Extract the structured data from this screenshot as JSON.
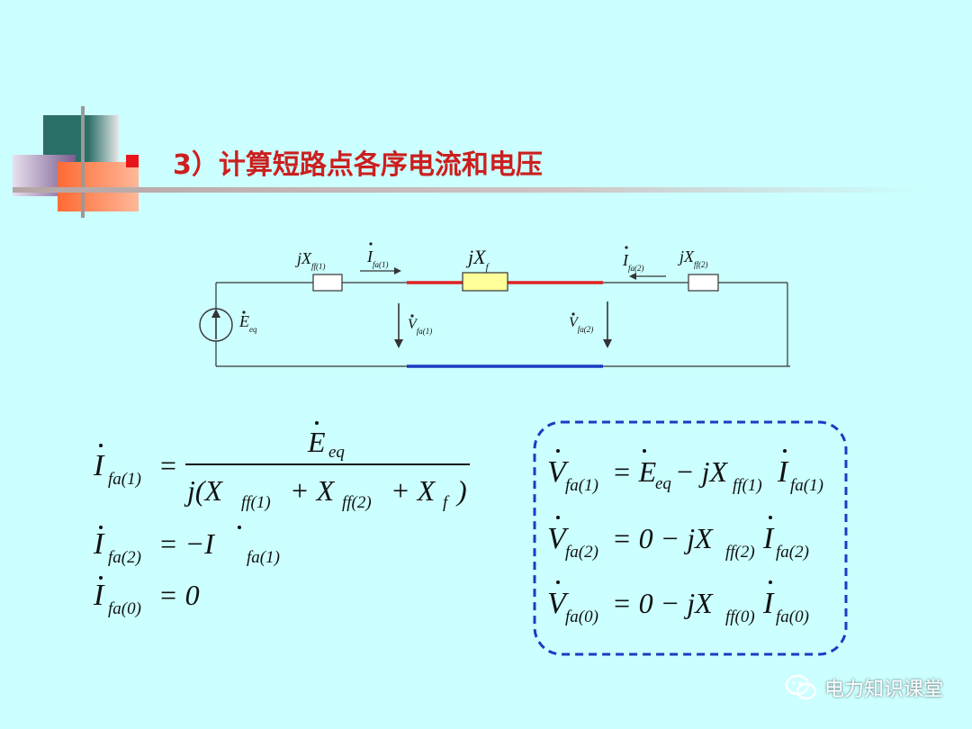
{
  "slide": {
    "title": "3）计算短路点各序电流和电压"
  },
  "circuit": {
    "source_label": "E",
    "source_sub": "eq",
    "x_ff1": {
      "main": "jX",
      "sub": "ff(1)"
    },
    "i_fa1": {
      "main": "I",
      "sub": "fa(1)"
    },
    "x_f": {
      "main": "jX",
      "sub": "f"
    },
    "i_fa2": {
      "main": "I",
      "sub": "fa(2)"
    },
    "x_ff2": {
      "main": "jX",
      "sub": "ff(2)"
    },
    "v_fa1": {
      "main": "V",
      "sub": "fa(1)"
    },
    "v_fa2": {
      "main": "V",
      "sub": "fa(2)"
    }
  },
  "colors": {
    "background": "#ccffff",
    "title": "#cc1f1f",
    "red_line": "#e02020",
    "blue_line": "#1a3cc0",
    "xf_fill": "#ffff99",
    "dashed_box": "#1a3cc0"
  },
  "equations_left": {
    "eq1_lhs": "I",
    "eq1_lhs_sub": "fa(1)",
    "eq1_num": "E",
    "eq1_num_sub": "eq",
    "eq1_den_pre": "j(X",
    "eq1_den_sub1": "ff(1)",
    "eq1_den_mid": "+ X",
    "eq1_den_sub2": "ff(2)",
    "eq1_den_mid2": "+ X",
    "eq1_den_sub3": "f",
    "eq1_den_post": ")",
    "eq2_lhs_sub": "fa(2)",
    "eq2_rhs": "= −I",
    "eq2_rhs_sub": "fa(1)",
    "eq3_lhs_sub": "fa(0)",
    "eq3_rhs": "= 0"
  },
  "equations_right": {
    "eq1_lhs_sub": "fa(1)",
    "eq1_rhs_a": "= E",
    "eq1_rhs_a_sub": "eq",
    "eq1_rhs_b": "− jX",
    "eq1_rhs_b_sub": "ff(1)",
    "eq1_rhs_c_sub": "fa(1)",
    "eq2_lhs_sub": "fa(2)",
    "eq2_rhs_a": "= 0 − jX",
    "eq2_rhs_b_sub": "ff(2)",
    "eq2_rhs_c_sub": "fa(2)",
    "eq3_lhs_sub": "fa(0)",
    "eq3_rhs_a": "= 0 − jX",
    "eq3_rhs_b_sub": "ff(0)",
    "eq3_rhs_c_sub": "fa(0)",
    "symbol_v": "V",
    "symbol_i": "I"
  },
  "watermark": {
    "text": "电力知识课堂",
    "icon": "wechat-icon"
  }
}
